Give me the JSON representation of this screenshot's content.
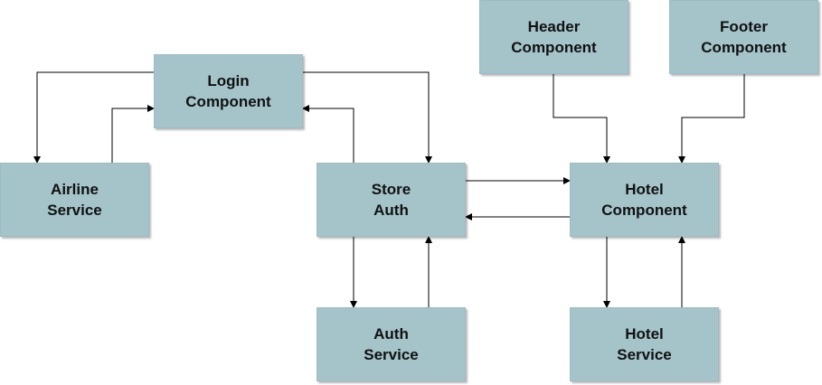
{
  "colors": {
    "node_fill": "#a4c4ca",
    "edge": "#000000",
    "background": "#ffffff"
  },
  "nodes": {
    "login_component": {
      "line1": "Login",
      "line2": "Component"
    },
    "airline_service": {
      "line1": "Airline",
      "line2": "Service"
    },
    "store_auth": {
      "line1": "Store",
      "line2": "Auth"
    },
    "auth_service": {
      "line1": "Auth",
      "line2": "Service"
    },
    "header_component": {
      "line1": "Header",
      "line2": "Component"
    },
    "footer_component": {
      "line1": "Footer",
      "line2": "Component"
    },
    "hotel_component": {
      "line1": "Hotel",
      "line2": "Component"
    },
    "hotel_service": {
      "line1": "Hotel",
      "line2": "Service"
    }
  },
  "edges": [
    {
      "from": "login_component",
      "to": "airline_service"
    },
    {
      "from": "airline_service",
      "to": "login_component"
    },
    {
      "from": "login_component",
      "to": "store_auth"
    },
    {
      "from": "store_auth",
      "to": "login_component"
    },
    {
      "from": "store_auth",
      "to": "auth_service"
    },
    {
      "from": "auth_service",
      "to": "store_auth"
    },
    {
      "from": "store_auth",
      "to": "hotel_component"
    },
    {
      "from": "hotel_component",
      "to": "store_auth"
    },
    {
      "from": "header_component",
      "to": "hotel_component"
    },
    {
      "from": "footer_component",
      "to": "hotel_component"
    },
    {
      "from": "hotel_component",
      "to": "hotel_service"
    },
    {
      "from": "hotel_service",
      "to": "hotel_component"
    }
  ]
}
